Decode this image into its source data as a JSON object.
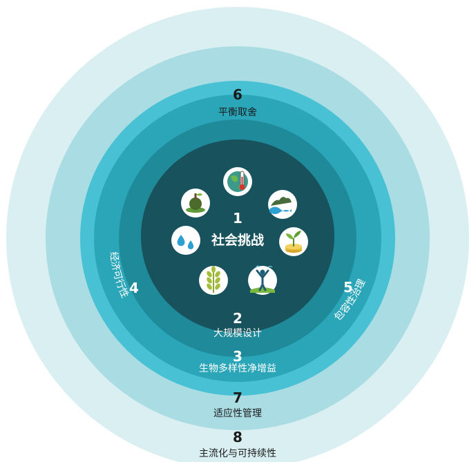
{
  "core": {
    "number": "1",
    "label": "社会挑战"
  },
  "rings": {
    "r2": {
      "number": "2",
      "label": "大规模设计"
    },
    "r3": {
      "number": "3",
      "label": "生物多样性净增益"
    },
    "r4": {
      "number": "4",
      "label": "经济可行性"
    },
    "r5": {
      "number": "5",
      "label": "包容性治理"
    },
    "r6": {
      "number": "6",
      "label": "平衡取舍"
    },
    "r7": {
      "number": "7",
      "label": "适应性管理"
    },
    "r8": {
      "number": "8",
      "label": "主流化与可持续性"
    }
  },
  "icons": [
    "earth-thermometer-icon",
    "wave-landslide-icon",
    "sprout-coin-icon",
    "person-raising-arms-icon",
    "wheat-icon",
    "water-drops-icon",
    "fruit-tree-icon"
  ],
  "colors": {
    "ring8": "#d9eff2",
    "ring7": "#aadce3",
    "ring6": "#49c1d4",
    "ring45": "#2ba6b9",
    "ring3": "#1f8a9a",
    "core": "#17525d",
    "icon_bg": "#ffffff"
  }
}
